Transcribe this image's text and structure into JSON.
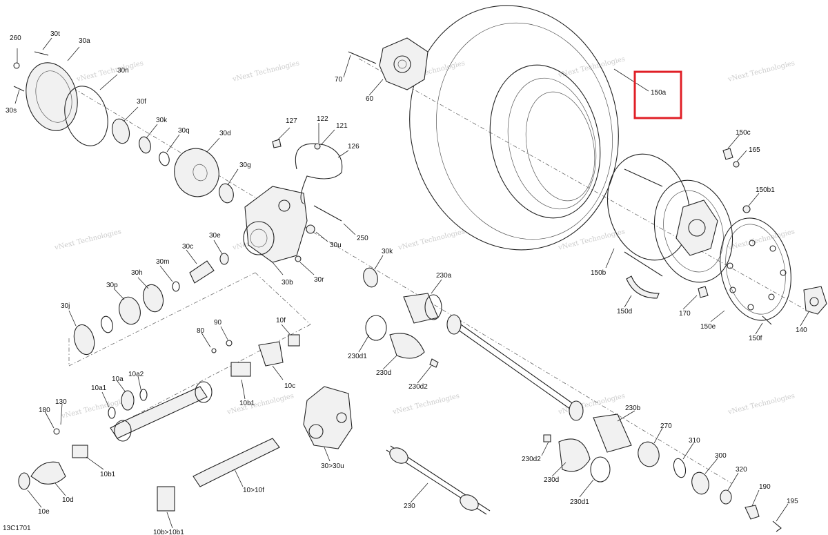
{
  "diagram_code": "13C1701",
  "watermark_text": "vNext Technologies",
  "highlight_label": "150a",
  "colors": {
    "highlight": "#e01f26",
    "line": "#222222",
    "watermark": "#c7c7c7"
  },
  "part_labels": {
    "p260": "260",
    "p30t": "30t",
    "p30a": "30a",
    "p30n": "30n",
    "p30s": "30s",
    "p30f": "30f",
    "p30k": "30k",
    "p30q": "30q",
    "p30d": "30d",
    "p30g": "30g",
    "p127": "127",
    "p122": "122",
    "p121": "121",
    "p126": "126",
    "p250": "250",
    "p30u": "30u",
    "p30e": "30e",
    "p30c": "30c",
    "p30m": "30m",
    "p30h": "30h",
    "p30p": "30p",
    "p30j": "30j",
    "p30b": "30b",
    "p30r": "30r",
    "p30k2": "30k",
    "p90": "90",
    "p80": "80",
    "p10f": "10f",
    "p10c": "10c",
    "p10b1a": "10b1",
    "p10a1": "10a1",
    "p10a": "10a",
    "p10a2": "10a2",
    "p130": "130",
    "p180": "180",
    "p10b1b": "10b1",
    "p10d": "10d",
    "p10e": "10e",
    "p10b10b1": "10b>10b1",
    "p10to10f": "10>10f",
    "p30to30u": "30>30u",
    "p230": "230",
    "p230a": "230a",
    "p230d1a": "230d1",
    "p230d": "230d",
    "p230d2a": "230d2",
    "p70": "70",
    "p60": "60",
    "p150c": "150c",
    "p165": "165",
    "p150b1": "150b1",
    "p150b": "150b",
    "p150d": "150d",
    "p170": "170",
    "p150e": "150e",
    "p150f": "150f",
    "p140": "140",
    "p230b": "230b",
    "p270": "270",
    "p310": "310",
    "p300": "300",
    "p320": "320",
    "p190": "190",
    "p195": "195",
    "p230d2b": "230d2",
    "p230d2": "230d",
    "p230d1b": "230d1"
  }
}
